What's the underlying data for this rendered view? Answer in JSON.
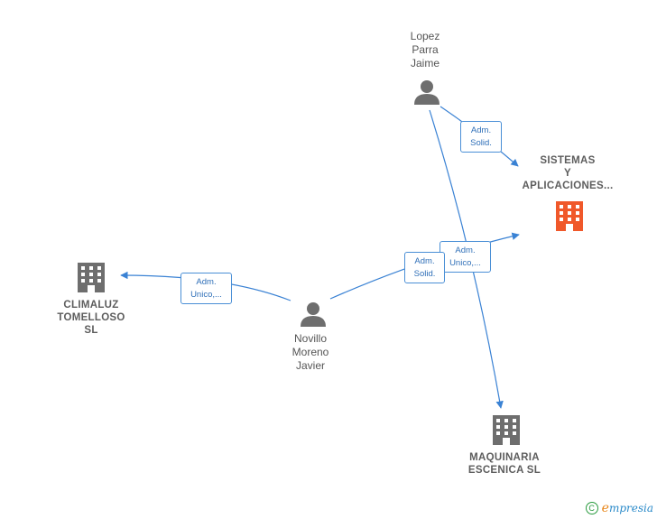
{
  "colors": {
    "edge": "#3a82d4",
    "person_icon": "#6e6e6e",
    "company_icon": "#6e6e6e",
    "highlight_icon": "#f0582a"
  },
  "nodes": {
    "lopez": {
      "label": "Lopez\nParra\nJaime",
      "icon": "person-icon"
    },
    "novillo": {
      "label": "Novillo\nMoreno\nJavier",
      "icon": "person-icon"
    },
    "sistemas": {
      "label": "SISTEMAS\nY\nAPLICACIONES...",
      "icon": "building-icon-highlighted"
    },
    "climaluz": {
      "label": "CLIMALUZ\nTOMELLOSO\nSL",
      "icon": "building-icon"
    },
    "maquinaria": {
      "label": "MAQUINARIA\nESCENICA SL",
      "icon": "building-icon"
    }
  },
  "edges": {
    "lopez_sistemas": "Adm.\nSolid.",
    "novillo_climaluz": "Adm.\nUnico,...",
    "novillo_sistemas_solid": "Adm.\nSolid.",
    "novillo_sistemas_unico": "Adm.\nUnico,..."
  },
  "footer": {
    "copyright_symbol": "C",
    "brand_initial": "e",
    "brand_rest": "mpresia"
  }
}
